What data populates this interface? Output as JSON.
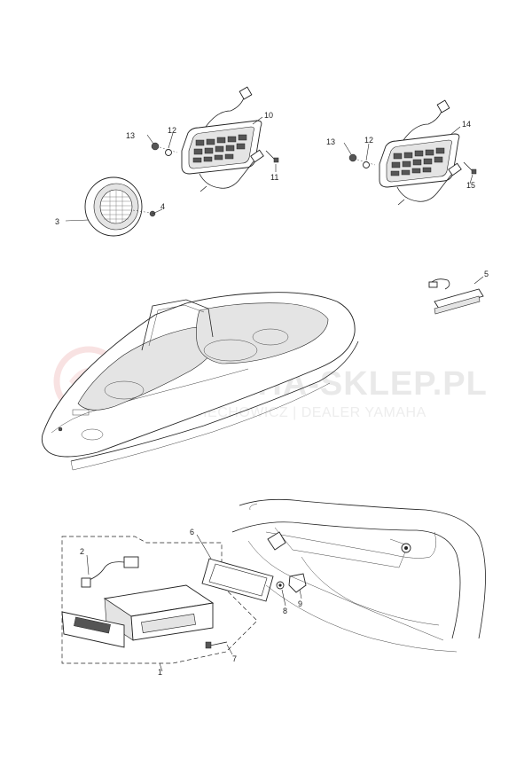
{
  "watermark": {
    "brand": "YAMAHA-SKLEP.PL",
    "dealer": "WOJCIECHOWICZ | DEALER YAMAHA"
  },
  "callouts": {
    "c1": "1",
    "c2": "2",
    "c3": "3",
    "c4": "4",
    "c5": "5",
    "c6": "6",
    "c7": "7",
    "c8": "8",
    "c9": "9",
    "c10": "10",
    "c11": "11",
    "c12": "12",
    "c13a": "13",
    "c13b": "13",
    "c12b": "12",
    "c14": "14",
    "c15": "15"
  }
}
